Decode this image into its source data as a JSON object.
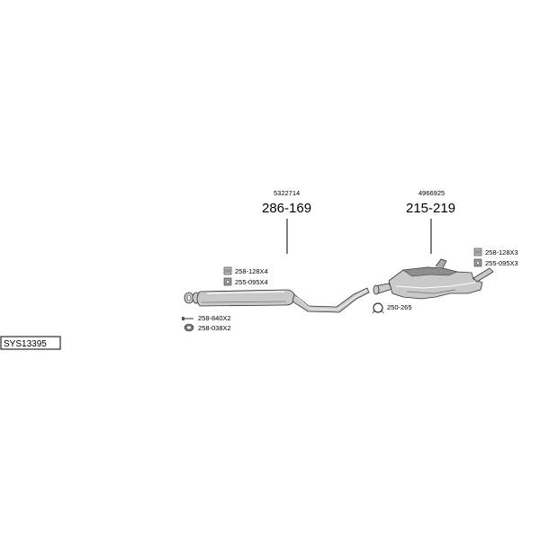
{
  "system": {
    "code": "SYS13395"
  },
  "front_part": {
    "ref": "5322714",
    "number": "286-169"
  },
  "rear_part": {
    "ref": "4966925",
    "number": "215-219"
  },
  "accessories": {
    "front_clamp": "258-128X4",
    "front_hanger": "255-095X4",
    "bolt": "258-840X2",
    "gasket": "258-038X2",
    "ring": "250-265",
    "rear_clamp": "258-128X3",
    "rear_hanger": "255-095X3"
  }
}
